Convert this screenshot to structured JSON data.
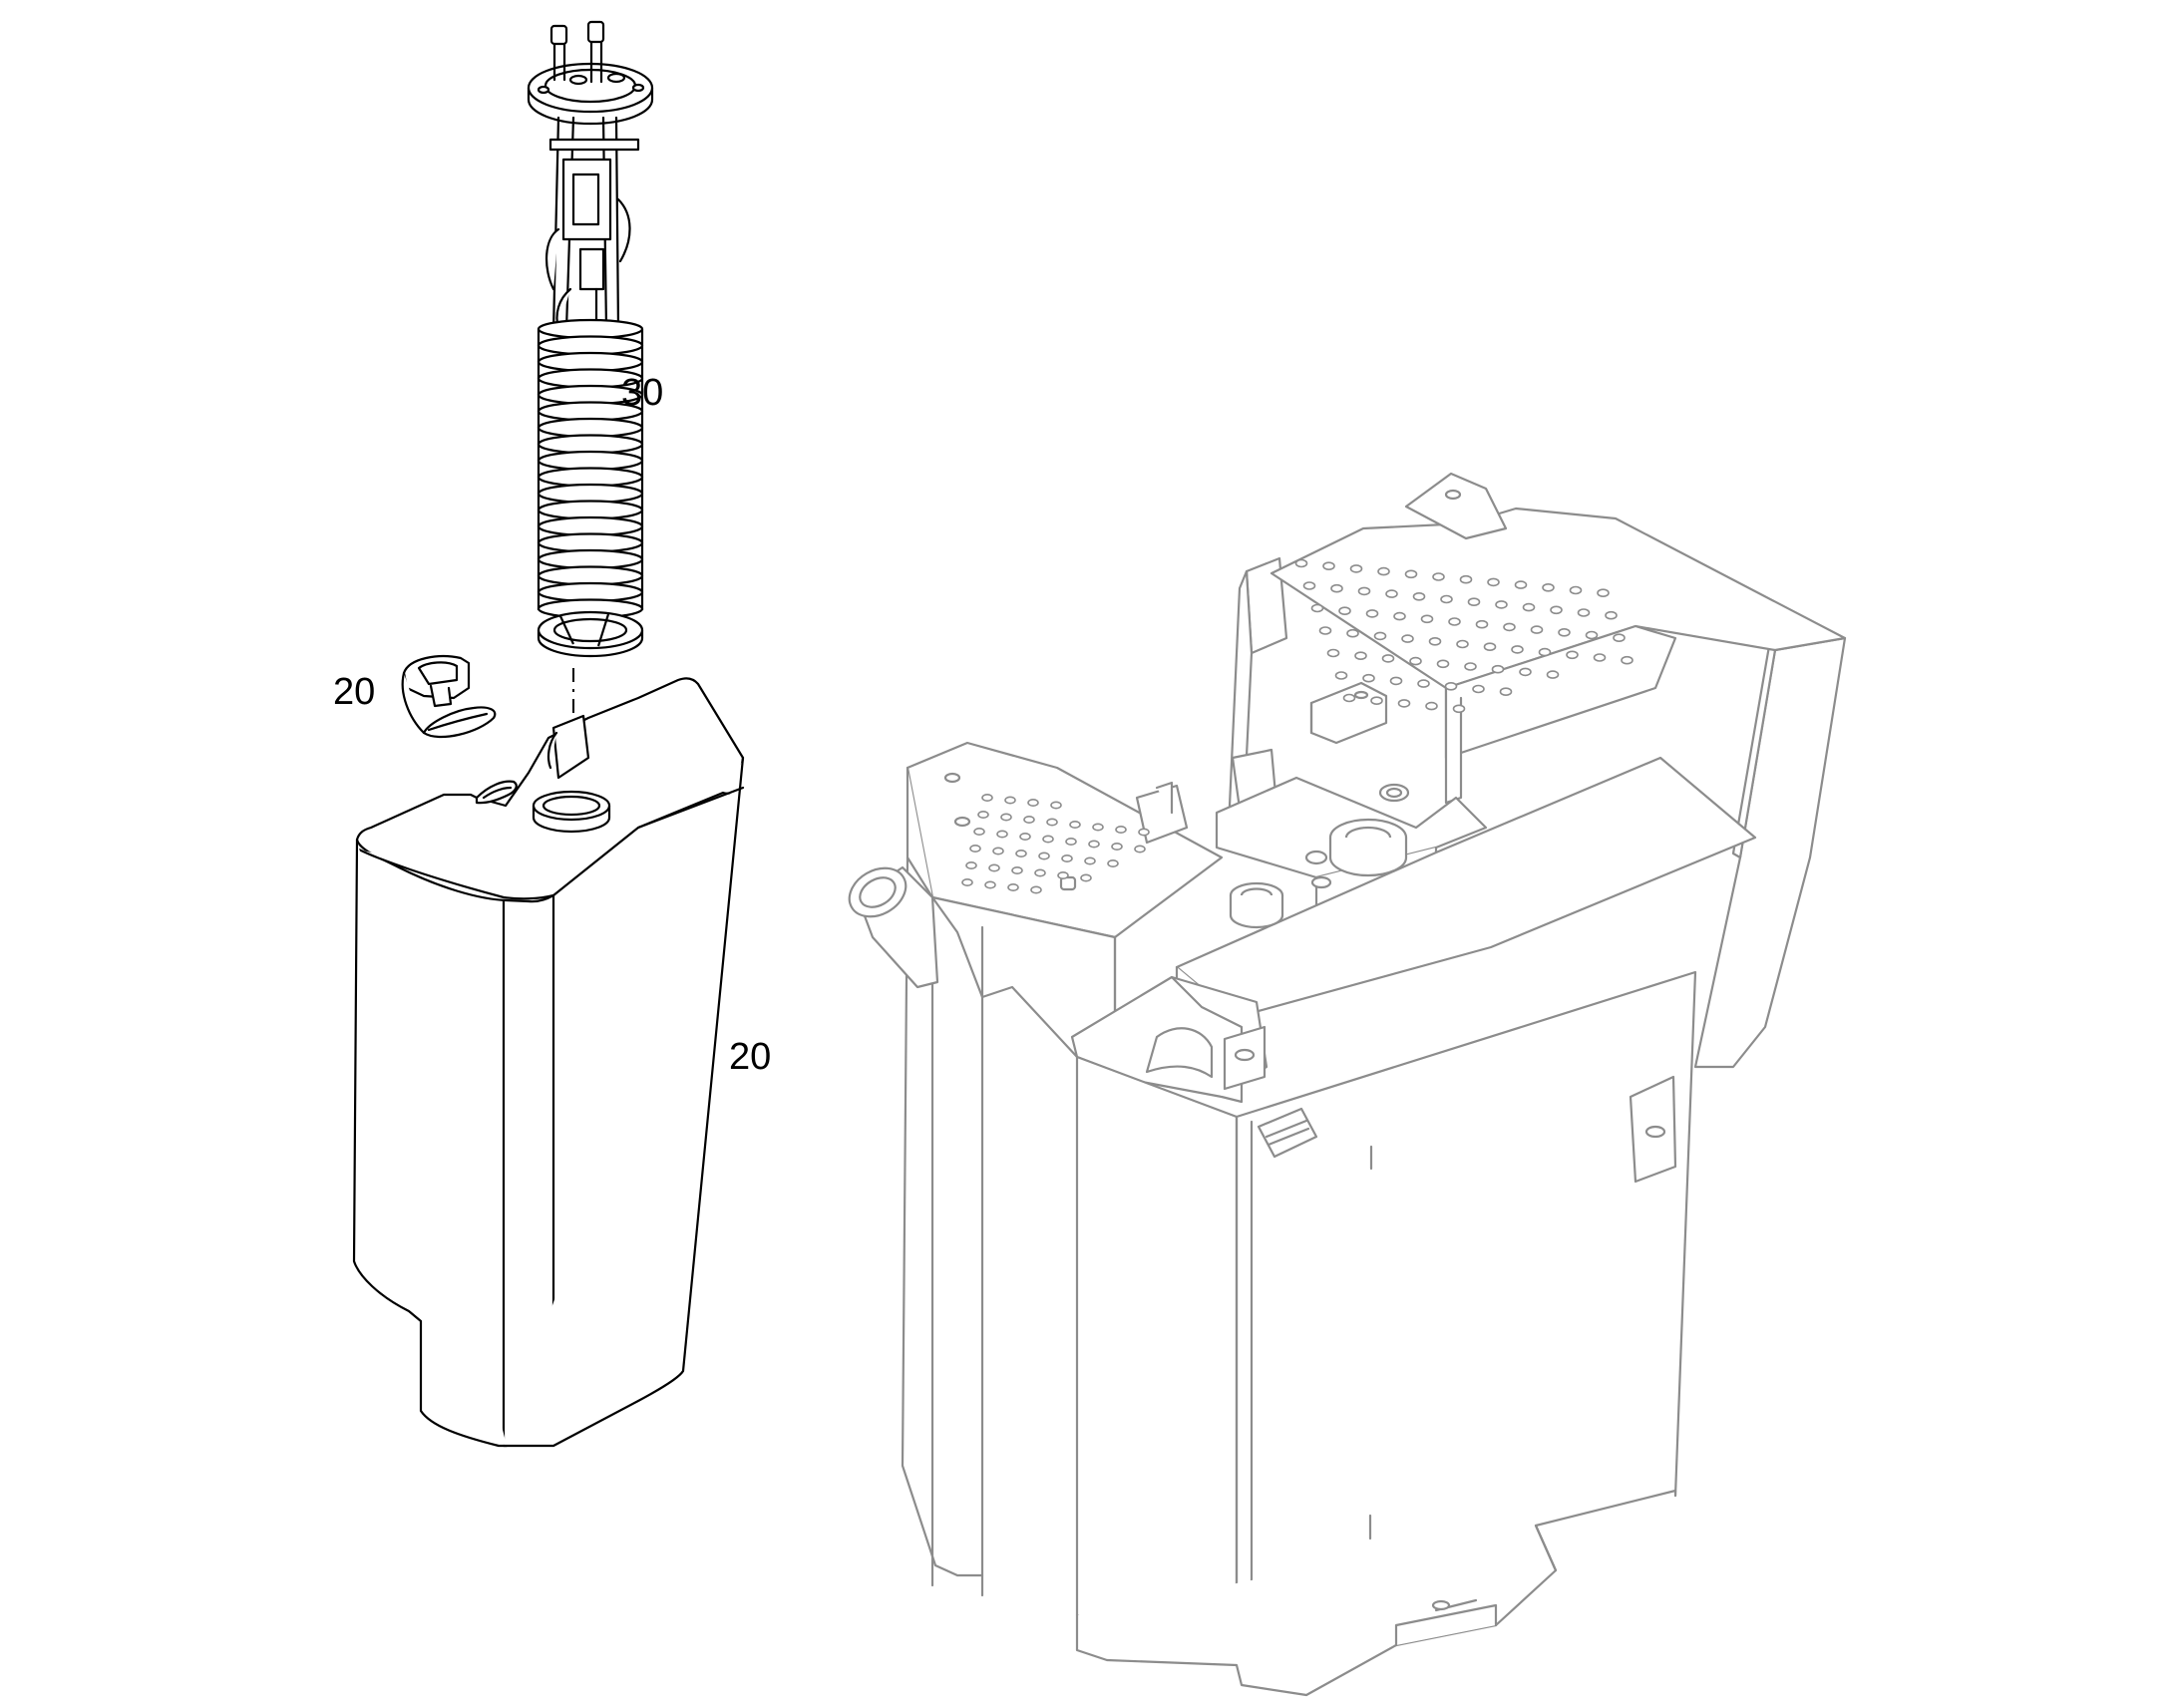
{
  "callouts": {
    "sender_unit": "30",
    "cap": "20",
    "tank": "20"
  },
  "colors": {
    "part_stroke": "#000000",
    "reference_stroke": "#8c8c8c",
    "background": "#ffffff"
  }
}
